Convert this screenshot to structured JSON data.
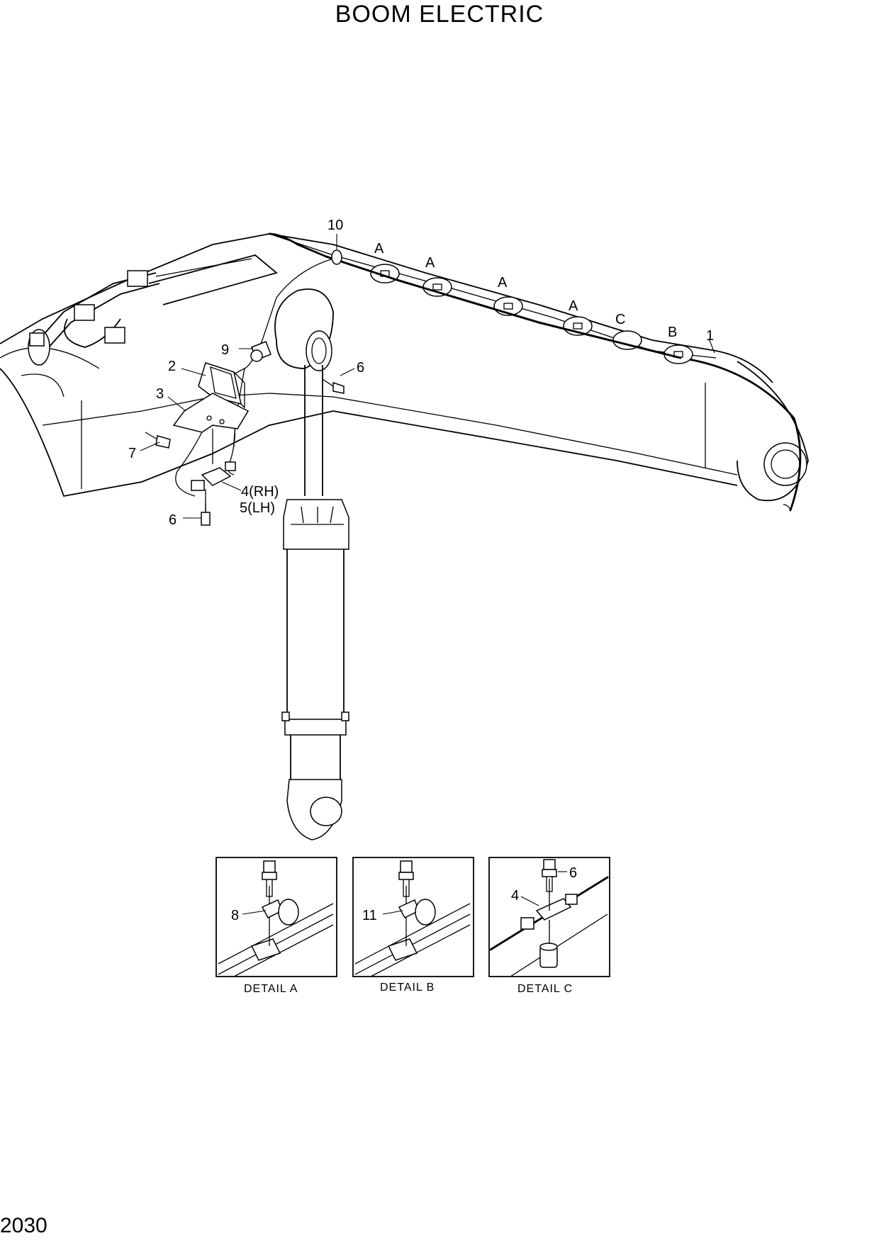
{
  "page": {
    "title": "BOOM ELECTRIC",
    "page_number": "2030"
  },
  "callouts": {
    "c1": "1",
    "c2": "2",
    "c3": "3",
    "c4rh": "4(RH)",
    "c5lh": "5(LH)",
    "c6a": "6",
    "c6b": "6",
    "c7": "7",
    "c9": "9",
    "c10": "10",
    "clampA1": "A",
    "clampA2": "A",
    "clampA3": "A",
    "clampA4": "A",
    "clampB": "B",
    "clampC": "C"
  },
  "details": [
    {
      "label": "DETAIL  A",
      "callout": "8"
    },
    {
      "label": "DETAIL  B",
      "callout": "11"
    },
    {
      "label": "DETAIL  C",
      "callouts": [
        "4",
        "6"
      ]
    }
  ]
}
